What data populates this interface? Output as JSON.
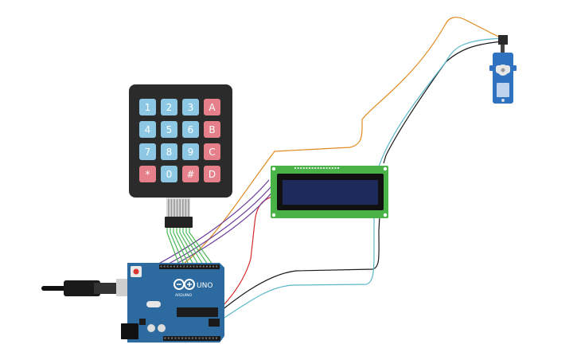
{
  "keypad": {
    "keys": [
      {
        "label": "1",
        "kind": "num"
      },
      {
        "label": "2",
        "kind": "num"
      },
      {
        "label": "3",
        "kind": "num"
      },
      {
        "label": "A",
        "kind": "fn"
      },
      {
        "label": "4",
        "kind": "num"
      },
      {
        "label": "5",
        "kind": "num"
      },
      {
        "label": "6",
        "kind": "num"
      },
      {
        "label": "B",
        "kind": "fn"
      },
      {
        "label": "7",
        "kind": "num"
      },
      {
        "label": "8",
        "kind": "num"
      },
      {
        "label": "9",
        "kind": "num"
      },
      {
        "label": "C",
        "kind": "fn"
      },
      {
        "label": "*",
        "kind": "fn"
      },
      {
        "label": "0",
        "kind": "num"
      },
      {
        "label": "#",
        "kind": "fn"
      },
      {
        "label": "D",
        "kind": "fn"
      }
    ],
    "colors": {
      "body": "#2b2b2b",
      "num": "#8cc8e4",
      "fn": "#e5808a",
      "key_text": "#ffffff"
    }
  },
  "arduino": {
    "model_label": "UNO",
    "brand_label": "ARDUINO",
    "colors": {
      "board": "#2c6aa0",
      "dark": "#1b4f7a"
    }
  },
  "lcd": {
    "colors": {
      "pcb": "#49b348",
      "screen": "#1e2a5c",
      "frame": "#111111"
    }
  },
  "servo": {
    "colors": {
      "body": "#2f73c0",
      "horn": "#e8e8e8"
    }
  },
  "wires": {
    "colors": {
      "orange": "#e08a1e",
      "black": "#1a1a1a",
      "cyan": "#5bb7c9",
      "red": "#d62b2b",
      "purple": "#6a3d9a",
      "green": "#3db34a"
    }
  }
}
